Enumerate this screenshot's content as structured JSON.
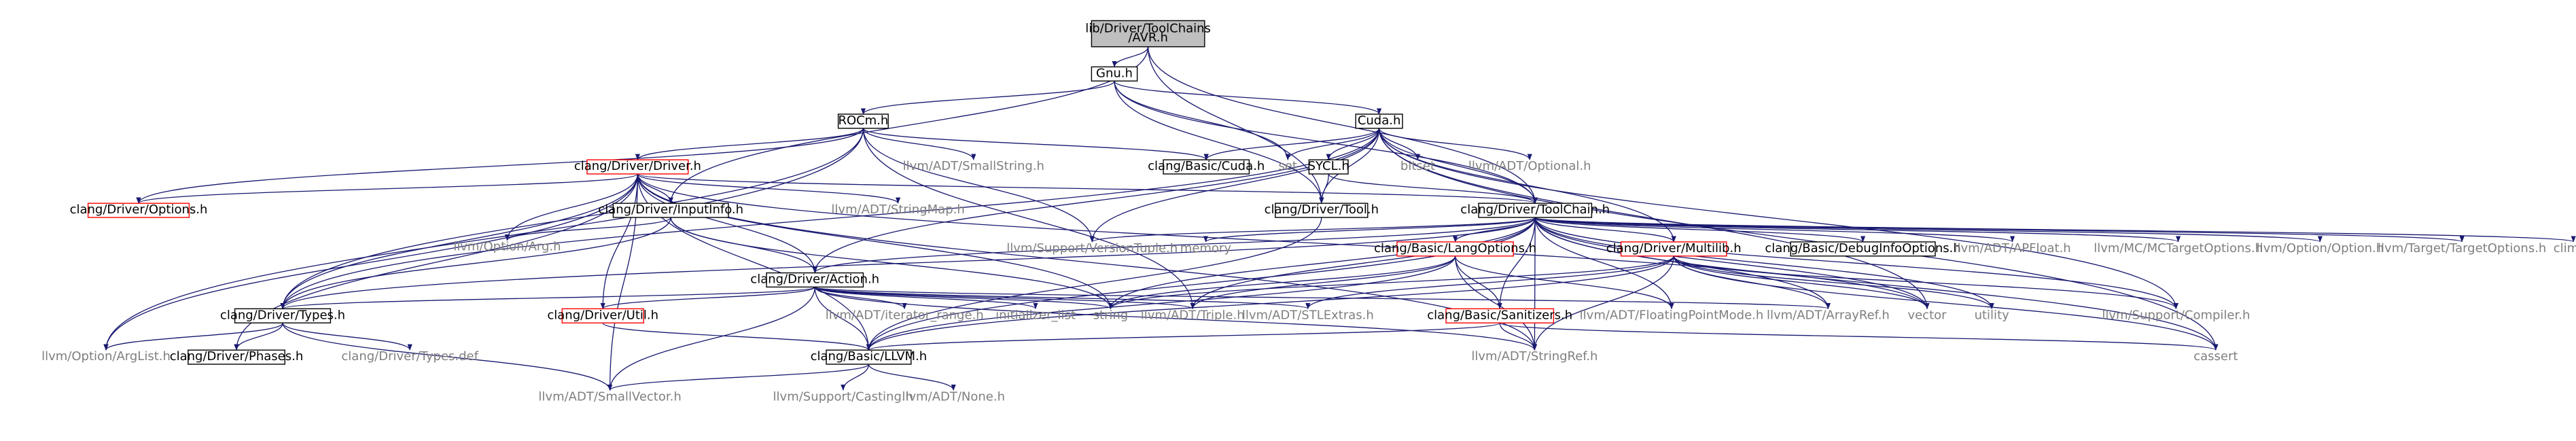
{
  "colors": {
    "edge": "#191970",
    "file_border": "#000000",
    "root_fill": "#bfbfbf",
    "red_border": "#ff0000",
    "system_text": "#7f7f7f",
    "file_text": "#000000"
  },
  "nodes": [
    {
      "id": "avr",
      "lines": [
        "lib/Driver/ToolChains",
        "/AVR.h"
      ],
      "style": "root"
    },
    {
      "id": "gnu",
      "lines": [
        "Gnu.h"
      ],
      "style": "file"
    },
    {
      "id": "rocm",
      "lines": [
        "ROCm.h"
      ],
      "style": "file"
    },
    {
      "id": "cuda",
      "lines": [
        "Cuda.h"
      ],
      "style": "file"
    },
    {
      "id": "driver",
      "lines": [
        "clang/Driver/Driver.h"
      ],
      "style": "red"
    },
    {
      "id": "smallstring",
      "lines": [
        "llvm/ADT/SmallString.h"
      ],
      "style": "system"
    },
    {
      "id": "basic_cuda",
      "lines": [
        "clang/Basic/Cuda.h"
      ],
      "style": "file"
    },
    {
      "id": "set",
      "lines": [
        "set"
      ],
      "style": "system"
    },
    {
      "id": "sycl",
      "lines": [
        "SYCL.h"
      ],
      "style": "file"
    },
    {
      "id": "bitset",
      "lines": [
        "bitset"
      ],
      "style": "system"
    },
    {
      "id": "optional",
      "lines": [
        "llvm/ADT/Optional.h"
      ],
      "style": "system"
    },
    {
      "id": "options",
      "lines": [
        "clang/Driver/Options.h"
      ],
      "style": "red"
    },
    {
      "id": "inputinfo",
      "lines": [
        "clang/Driver/InputInfo.h"
      ],
      "style": "file"
    },
    {
      "id": "stringmap",
      "lines": [
        "llvm/ADT/StringMap.h"
      ],
      "style": "system"
    },
    {
      "id": "tool",
      "lines": [
        "clang/Driver/Tool.h"
      ],
      "style": "file"
    },
    {
      "id": "toolchain",
      "lines": [
        "clang/Driver/ToolChain.h"
      ],
      "style": "file"
    },
    {
      "id": "arg",
      "lines": [
        "llvm/Option/Arg.h"
      ],
      "style": "system"
    },
    {
      "id": "versiontuple",
      "lines": [
        "llvm/Support/VersionTuple.h"
      ],
      "style": "system"
    },
    {
      "id": "memory",
      "lines": [
        "memory"
      ],
      "style": "system"
    },
    {
      "id": "langoptions",
      "lines": [
        "clang/Basic/LangOptions.h"
      ],
      "style": "red"
    },
    {
      "id": "multilib",
      "lines": [
        "clang/Driver/Multilib.h"
      ],
      "style": "red"
    },
    {
      "id": "debuginfo",
      "lines": [
        "clang/Basic/DebugInfoOptions.h"
      ],
      "style": "file"
    },
    {
      "id": "apfloat",
      "lines": [
        "llvm/ADT/APFloat.h"
      ],
      "style": "system"
    },
    {
      "id": "mctarget",
      "lines": [
        "llvm/MC/MCTargetOptions.h"
      ],
      "style": "system"
    },
    {
      "id": "option",
      "lines": [
        "llvm/Option/Option.h"
      ],
      "style": "system"
    },
    {
      "id": "targetoptions",
      "lines": [
        "llvm/Target/TargetOptions.h"
      ],
      "style": "system"
    },
    {
      "id": "climits",
      "lines": [
        "climits"
      ],
      "style": "system"
    },
    {
      "id": "action",
      "lines": [
        "clang/Driver/Action.h"
      ],
      "style": "file"
    },
    {
      "id": "types",
      "lines": [
        "clang/Driver/Types.h"
      ],
      "style": "file"
    },
    {
      "id": "util",
      "lines": [
        "clang/Driver/Util.h"
      ],
      "style": "red"
    },
    {
      "id": "iterrange",
      "lines": [
        "llvm/ADT/iterator_range.h"
      ],
      "style": "system"
    },
    {
      "id": "initlist",
      "lines": [
        "initializer_list"
      ],
      "style": "system"
    },
    {
      "id": "string",
      "lines": [
        "string"
      ],
      "style": "system"
    },
    {
      "id": "triple",
      "lines": [
        "llvm/ADT/Triple.h"
      ],
      "style": "system"
    },
    {
      "id": "stlextras",
      "lines": [
        "llvm/ADT/STLExtras.h"
      ],
      "style": "system"
    },
    {
      "id": "sanitizers",
      "lines": [
        "clang/Basic/Sanitizers.h"
      ],
      "style": "red"
    },
    {
      "id": "fpmode",
      "lines": [
        "llvm/ADT/FloatingPointMode.h"
      ],
      "style": "system"
    },
    {
      "id": "arrayref",
      "lines": [
        "llvm/ADT/ArrayRef.h"
      ],
      "style": "system"
    },
    {
      "id": "vector",
      "lines": [
        "vector"
      ],
      "style": "system"
    },
    {
      "id": "utility",
      "lines": [
        "utility"
      ],
      "style": "system"
    },
    {
      "id": "compiler",
      "lines": [
        "llvm/Support/Compiler.h"
      ],
      "style": "system"
    },
    {
      "id": "arglist",
      "lines": [
        "llvm/Option/ArgList.h"
      ],
      "style": "system"
    },
    {
      "id": "phases",
      "lines": [
        "clang/Driver/Phases.h"
      ],
      "style": "file"
    },
    {
      "id": "typesdef",
      "lines": [
        "clang/Driver/Types.def"
      ],
      "style": "system"
    },
    {
      "id": "llvm",
      "lines": [
        "clang/Basic/LLVM.h"
      ],
      "style": "file"
    },
    {
      "id": "stringref",
      "lines": [
        "llvm/ADT/StringRef.h"
      ],
      "style": "system"
    },
    {
      "id": "cassert",
      "lines": [
        "cassert"
      ],
      "style": "system"
    },
    {
      "id": "smallvector",
      "lines": [
        "llvm/ADT/SmallVector.h"
      ],
      "style": "system"
    },
    {
      "id": "casting",
      "lines": [
        "llvm/Support/Casting.h"
      ],
      "style": "system"
    },
    {
      "id": "none",
      "lines": [
        "llvm/ADT/None.h"
      ],
      "style": "system"
    }
  ],
  "edges": [
    [
      "avr",
      "gnu"
    ],
    [
      "avr",
      "inputinfo"
    ],
    [
      "avr",
      "tool"
    ],
    [
      "avr",
      "toolchain"
    ],
    [
      "gnu",
      "rocm"
    ],
    [
      "gnu",
      "cuda"
    ],
    [
      "gnu",
      "set"
    ],
    [
      "gnu",
      "tool"
    ],
    [
      "gnu",
      "toolchain"
    ],
    [
      "rocm",
      "driver"
    ],
    [
      "rocm",
      "smallstring"
    ],
    [
      "rocm",
      "basic_cuda"
    ],
    [
      "rocm",
      "options"
    ],
    [
      "rocm",
      "versiontuple"
    ],
    [
      "rocm",
      "triple"
    ],
    [
      "rocm",
      "arglist"
    ],
    [
      "rocm",
      "types"
    ],
    [
      "cuda",
      "basic_cuda"
    ],
    [
      "cuda",
      "set"
    ],
    [
      "cuda",
      "sycl"
    ],
    [
      "cuda",
      "bitset"
    ],
    [
      "cuda",
      "optional"
    ],
    [
      "cuda",
      "tool"
    ],
    [
      "cuda",
      "toolchain"
    ],
    [
      "cuda",
      "multilib"
    ],
    [
      "cuda",
      "versiontuple"
    ],
    [
      "cuda",
      "action"
    ],
    [
      "cuda",
      "compiler"
    ],
    [
      "cuda",
      "vector"
    ],
    [
      "cuda",
      "cassert"
    ],
    [
      "cuda",
      "types"
    ],
    [
      "sycl",
      "tool"
    ],
    [
      "sycl",
      "toolchain"
    ],
    [
      "driver",
      "options"
    ],
    [
      "driver",
      "inputinfo"
    ],
    [
      "driver",
      "stringmap"
    ],
    [
      "driver",
      "toolchain"
    ],
    [
      "driver",
      "arg"
    ],
    [
      "driver",
      "action"
    ],
    [
      "driver",
      "types"
    ],
    [
      "driver",
      "util"
    ],
    [
      "driver",
      "phases"
    ],
    [
      "driver",
      "arglist"
    ],
    [
      "driver",
      "llvm"
    ],
    [
      "driver",
      "string"
    ],
    [
      "driver",
      "stringref"
    ],
    [
      "driver",
      "smallvector"
    ],
    [
      "driver",
      "vector"
    ],
    [
      "inputinfo",
      "arg"
    ],
    [
      "inputinfo",
      "action"
    ],
    [
      "inputinfo",
      "types"
    ],
    [
      "inputinfo",
      "string"
    ],
    [
      "tool",
      "llvm"
    ],
    [
      "toolchain",
      "versiontuple"
    ],
    [
      "toolchain",
      "memory"
    ],
    [
      "toolchain",
      "langoptions"
    ],
    [
      "toolchain",
      "multilib"
    ],
    [
      "toolchain",
      "debuginfo"
    ],
    [
      "toolchain",
      "apfloat"
    ],
    [
      "toolchain",
      "mctarget"
    ],
    [
      "toolchain",
      "option"
    ],
    [
      "toolchain",
      "targetoptions"
    ],
    [
      "toolchain",
      "climits"
    ],
    [
      "toolchain",
      "action"
    ],
    [
      "toolchain",
      "types"
    ],
    [
      "toolchain",
      "string"
    ],
    [
      "toolchain",
      "triple"
    ],
    [
      "toolchain",
      "sanitizers"
    ],
    [
      "toolchain",
      "fpmode"
    ],
    [
      "toolchain",
      "arrayref"
    ],
    [
      "toolchain",
      "llvm"
    ],
    [
      "toolchain",
      "stringref"
    ],
    [
      "toolchain",
      "vector"
    ],
    [
      "toolchain",
      "utility"
    ],
    [
      "toolchain",
      "compiler"
    ],
    [
      "toolchain",
      "cassert"
    ],
    [
      "langoptions",
      "llvm"
    ],
    [
      "langoptions",
      "sanitizers"
    ],
    [
      "langoptions",
      "fpmode"
    ],
    [
      "langoptions",
      "string"
    ],
    [
      "langoptions",
      "triple"
    ],
    [
      "langoptions",
      "stringref"
    ],
    [
      "multilib",
      "llvm"
    ],
    [
      "multilib",
      "stlextras"
    ],
    [
      "multilib",
      "arrayref"
    ],
    [
      "multilib",
      "stringref"
    ],
    [
      "multilib",
      "compiler"
    ],
    [
      "multilib",
      "vector"
    ],
    [
      "multilib",
      "utility"
    ],
    [
      "multilib",
      "cassert"
    ],
    [
      "multilib",
      "string"
    ],
    [
      "action",
      "types"
    ],
    [
      "action",
      "util"
    ],
    [
      "action",
      "iterrange"
    ],
    [
      "action",
      "initlist"
    ],
    [
      "action",
      "string"
    ],
    [
      "action",
      "triple"
    ],
    [
      "action",
      "stlextras"
    ],
    [
      "action",
      "arrayref"
    ],
    [
      "action",
      "stringref"
    ],
    [
      "action",
      "llvm"
    ],
    [
      "action",
      "smallvector"
    ],
    [
      "types",
      "phases"
    ],
    [
      "types",
      "typesdef"
    ],
    [
      "types",
      "arglist"
    ],
    [
      "types",
      "smallvector"
    ],
    [
      "util",
      "llvm"
    ],
    [
      "sanitizers",
      "llvm"
    ],
    [
      "sanitizers",
      "stringref"
    ],
    [
      "sanitizers",
      "cassert"
    ],
    [
      "llvm",
      "smallvector"
    ],
    [
      "llvm",
      "casting"
    ],
    [
      "llvm",
      "none"
    ]
  ]
}
